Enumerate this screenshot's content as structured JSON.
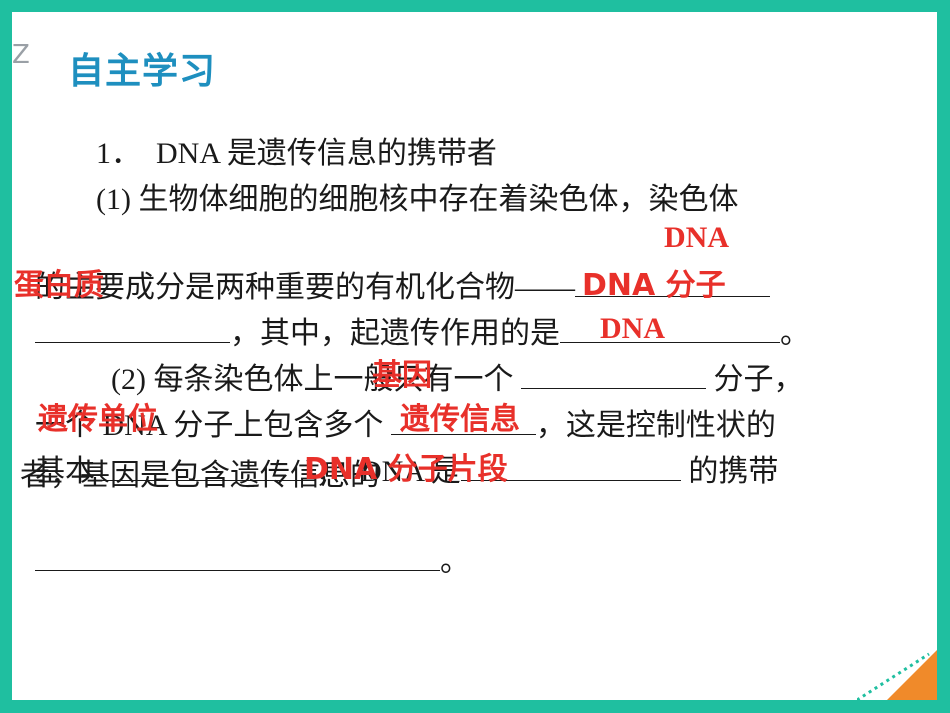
{
  "title": "自主学习",
  "corner_glyph": "Z",
  "lines": {
    "l1": "1．  DNA 是遗传信息的携带者",
    "l2": "(1) 生物体细胞的细胞核中存在着染色体，染色体",
    "l3a": "的主要成分是两种重要的有机化合物——",
    "l4b": "，其中，起遗传作用的是",
    "l4end": "。",
    "l5a": "(2) 每条染色体上一般只有一个",
    "l5b": "分子，",
    "l6a": "一个 DNA 分子上包含多个",
    "l6b": "，这是控制性状的",
    "l7a": "基本",
    "l7b": "；  DNA 是",
    "l7c": "的携带",
    "l8a": "者，基因是包含遗传信息的",
    "l9end": "。"
  },
  "answers": {
    "a1": "DNA",
    "a2": "蛋白质",
    "a3": "DNA 分子",
    "a4": "DNA",
    "a5": "基因",
    "a6": "遗传单位",
    "a7": "遗传信息",
    "a8": "DNA 分子片段"
  },
  "colors": {
    "frame": "#1fbfa0",
    "title": "#1e8fbf",
    "answer": "#e8302a"
  }
}
